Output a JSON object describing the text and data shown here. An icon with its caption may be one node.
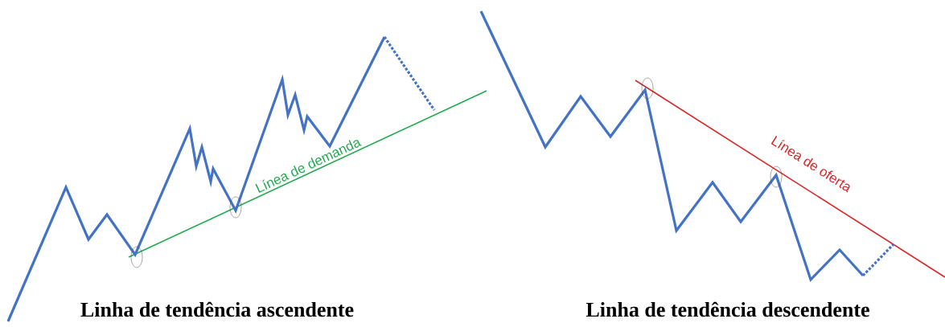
{
  "diagram": {
    "labels": [
      "Línea de oferta",
      "Línea de demanda",
      "Linha de tendência ascendente",
      "Linha de tendência descendente"
    ]
  }
}
